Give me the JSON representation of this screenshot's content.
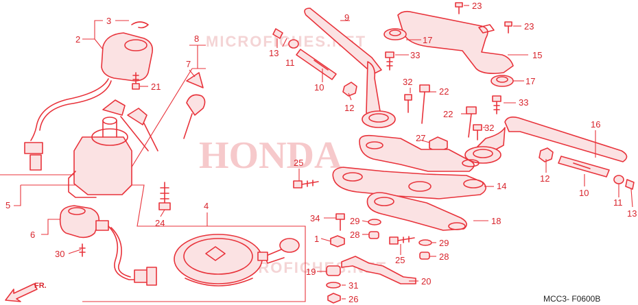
{
  "watermark": {
    "brand": "HONDA",
    "site_top": "MICROFICHES.NET",
    "site_bottom": "MICROFICHES.NET"
  },
  "diagram_code": "MCC3- F0600B",
  "front_label": "FR.",
  "accent_color": "#e8323a",
  "callouts": {
    "c1": "1",
    "c2": "2",
    "c3": "3",
    "c4": "4",
    "c5": "5",
    "c6": "6",
    "c7": "7",
    "c8": "8",
    "c9": "9",
    "c10a": "10",
    "c10b": "10",
    "c11a": "11",
    "c11b": "11",
    "c12a": "12",
    "c12b": "12",
    "c13a": "13",
    "c13b": "13",
    "c14": "14",
    "c15": "15",
    "c16": "16",
    "c17a": "17",
    "c17b": "17",
    "c18": "18",
    "c19": "19",
    "c20": "20",
    "c21": "21",
    "c22a": "22",
    "c22b": "22",
    "c23a": "23",
    "c23b": "23",
    "c24": "24",
    "c25a": "25",
    "c25b": "25",
    "c26": "26",
    "c27": "27",
    "c28a": "28",
    "c28b": "28",
    "c29a": "29",
    "c29b": "29",
    "c30": "30",
    "c31": "31",
    "c32a": "32",
    "c32b": "32",
    "c33a": "33",
    "c33b": "33",
    "c34": "34"
  }
}
